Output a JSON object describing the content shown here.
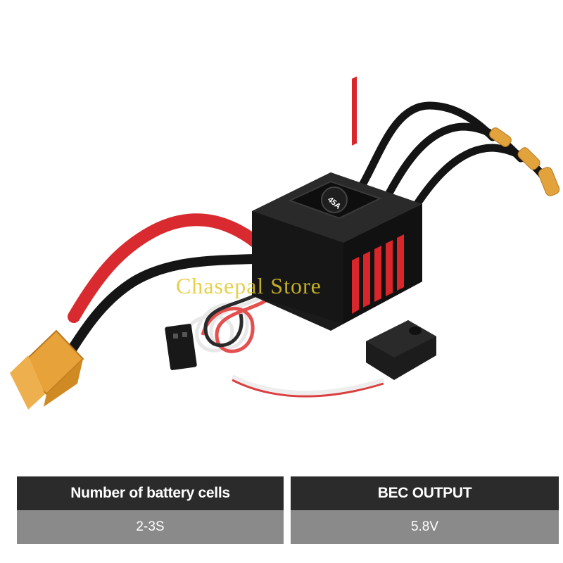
{
  "product": {
    "label_on_case": "45A",
    "watermark": "Chasepal Store"
  },
  "specs": {
    "columns": [
      {
        "header": "Number of battery cells",
        "value": "2-3S"
      },
      {
        "header": "BEC OUTPUT",
        "value": "5.8V"
      }
    ]
  },
  "colors": {
    "header_bg": "#2b2b2b",
    "value_bg": "#8a8a8a",
    "esc_red": "#d8262a",
    "connector_yellow": "#e8a43a"
  }
}
